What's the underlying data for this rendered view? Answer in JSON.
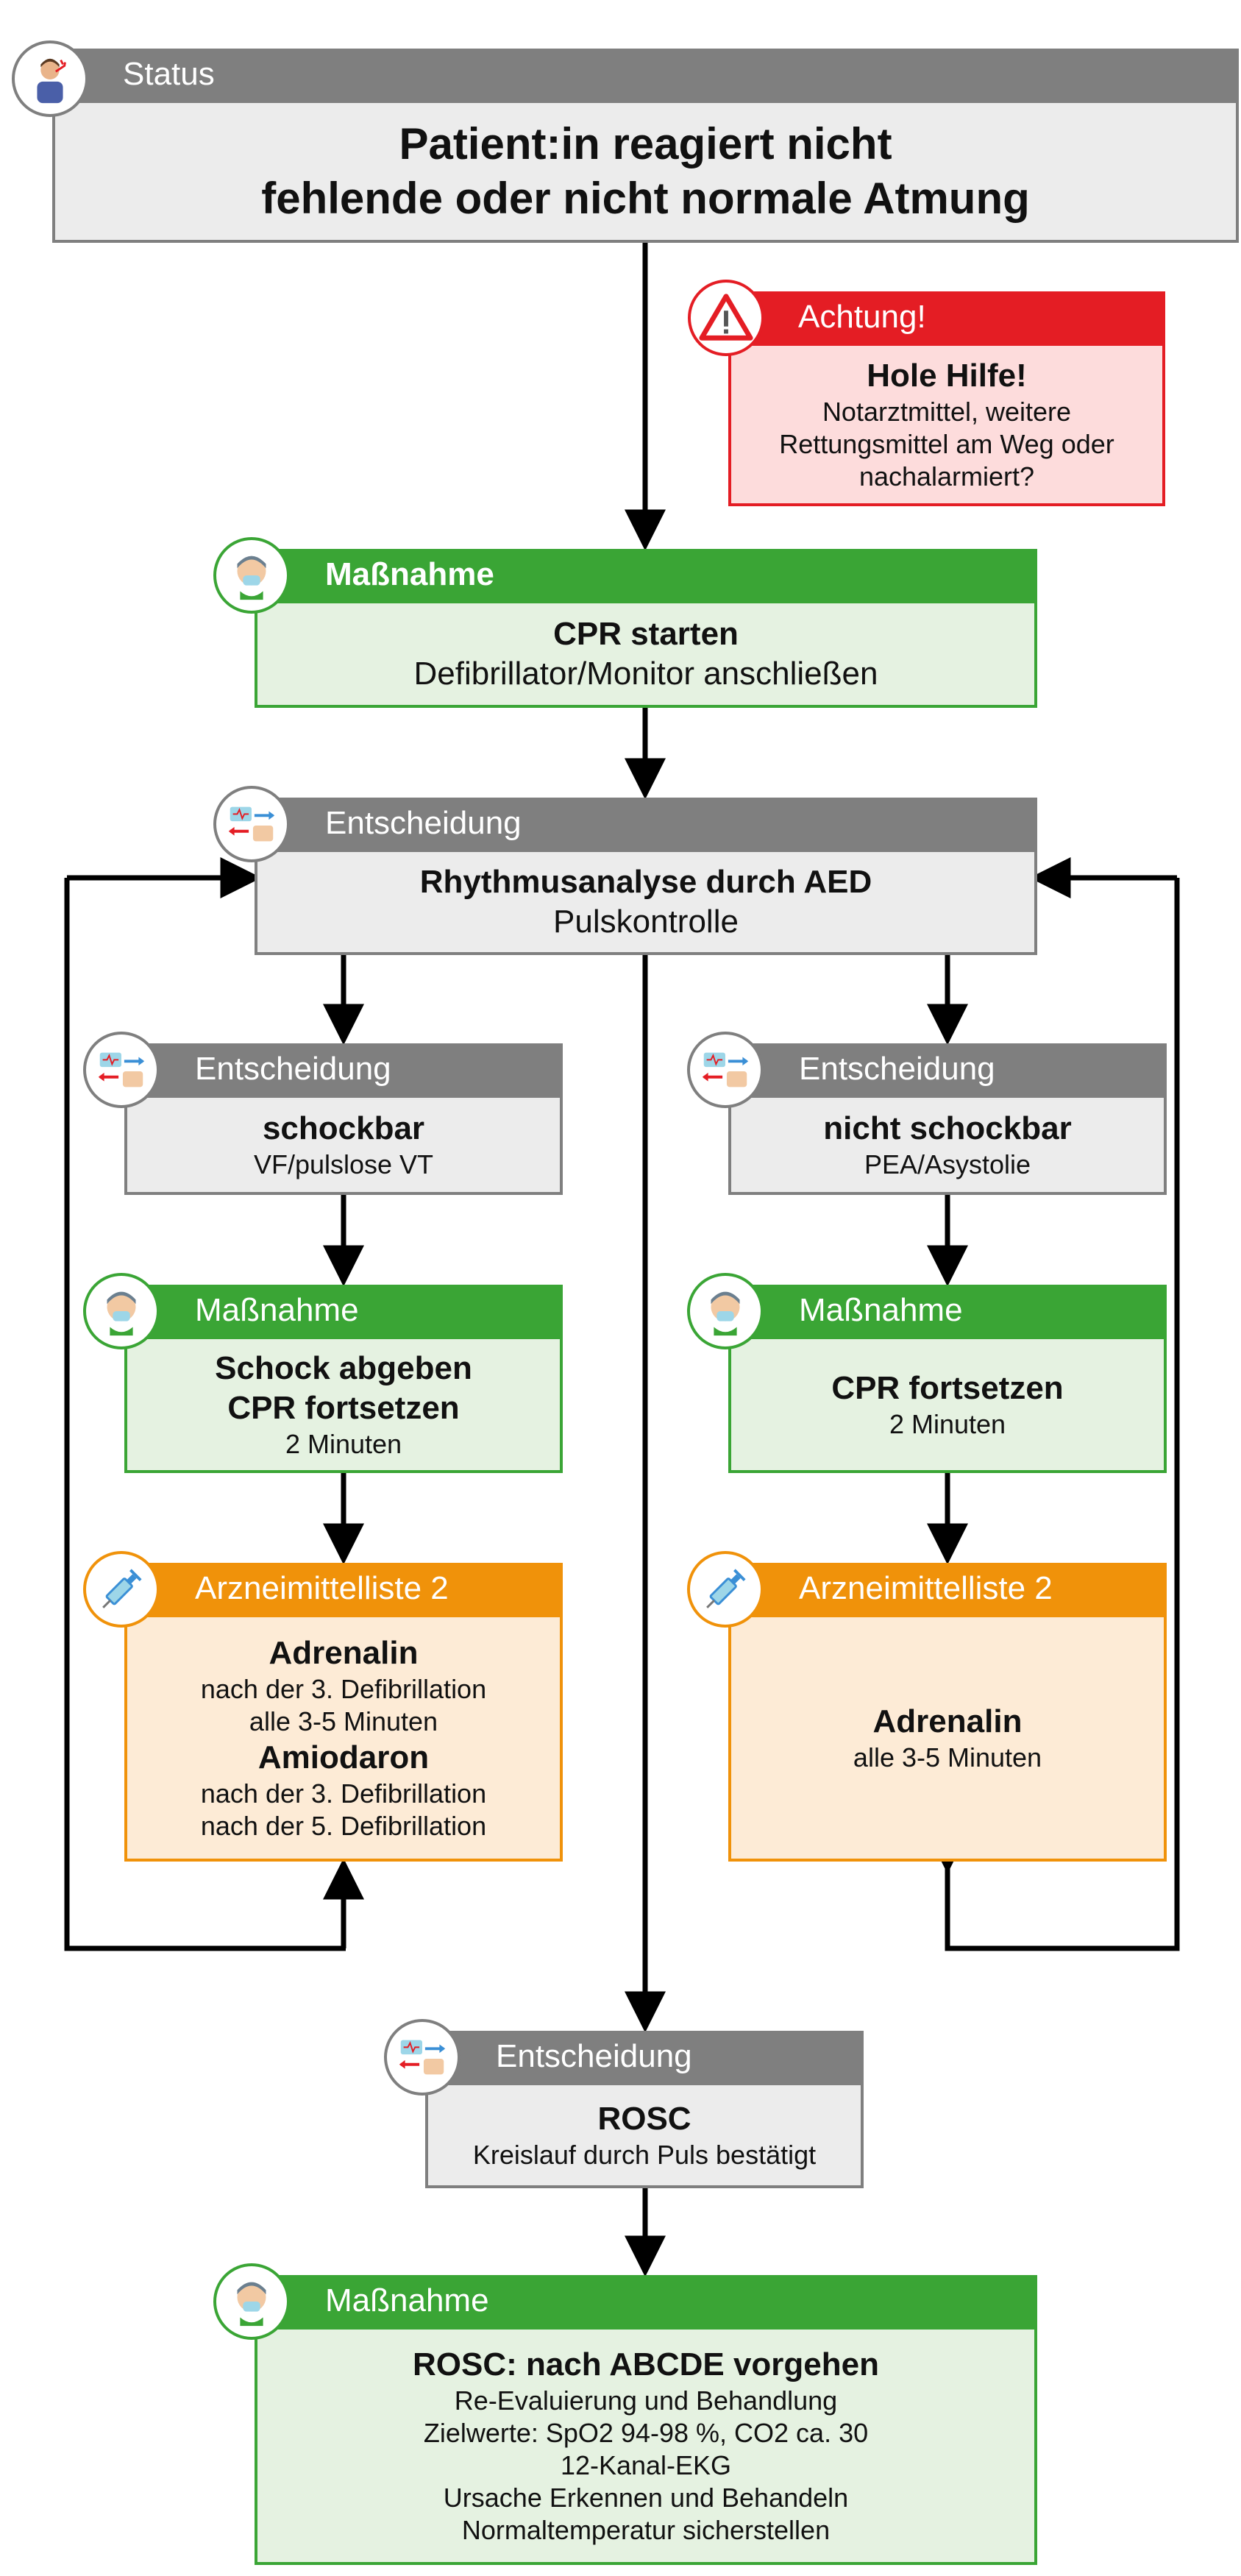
{
  "status": {
    "label": "Status",
    "line1": "Patient:in reagiert nicht",
    "line2": "fehlende oder nicht normale Atmung"
  },
  "warning": {
    "label": "Achtung!",
    "title": "Hole Hilfe!",
    "line1": "Notarztmittel, weitere",
    "line2": "Rettungsmittel am Weg oder",
    "line3": "nachalarmiert?"
  },
  "cpr_start": {
    "label": "Maßnahme",
    "title": "CPR starten",
    "line1": "Defibrillator/Monitor anschließen"
  },
  "rhythm": {
    "label": "Entscheidung",
    "title": "Rhythmusanalyse durch AED",
    "line1": "Pulskontrolle"
  },
  "shockable": {
    "label": "Entscheidung",
    "title": "schockbar",
    "line1": "VF/pulslose VT"
  },
  "not_shockable": {
    "label": "Entscheidung",
    "title": "nicht schockbar",
    "line1": "PEA/Asystolie"
  },
  "shock_action": {
    "label": "Maßnahme",
    "title1": "Schock abgeben",
    "title2": "CPR fortsetzen",
    "line1": "2 Minuten"
  },
  "cpr_continue": {
    "label": "Maßnahme",
    "title": "CPR fortsetzen",
    "line1": "2 Minuten"
  },
  "drugs_left": {
    "label": "Arzneimittelliste 2",
    "drug1": "Adrenalin",
    "drug1_line1": "nach der 3. Defibrillation",
    "drug1_line2": "alle 3-5 Minuten",
    "drug2": "Amiodaron",
    "drug2_line1": "nach der 3. Defibrillation",
    "drug2_line2": "nach der 5. Defibrillation"
  },
  "drugs_right": {
    "label": "Arzneimittelliste 2",
    "drug1": "Adrenalin",
    "drug1_line1": "alle 3-5 Minuten"
  },
  "rosc_decision": {
    "label": "Entscheidung",
    "title": "ROSC",
    "line1": "Kreislauf durch Puls bestätigt"
  },
  "rosc_action": {
    "label": "Maßnahme",
    "title": "ROSC: nach ABCDE vorgehen",
    "line1": "Re-Evaluierung und Behandlung",
    "line2": "Zielwerte: SpO2 94-98 %, CO2 ca. 30",
    "line3": "12-Kanal-EKG",
    "line4": "Ursache Erkennen und Behandeln",
    "line5": "Normaltemperatur sicherstellen"
  },
  "colors": {
    "gray": "#7f7f7f",
    "green": "#3aa535",
    "orange": "#f0920a",
    "red": "#e41d24"
  },
  "icons": [
    "person-icon",
    "warning-icon",
    "medic-icon",
    "decision-icon",
    "syringe-icon"
  ]
}
